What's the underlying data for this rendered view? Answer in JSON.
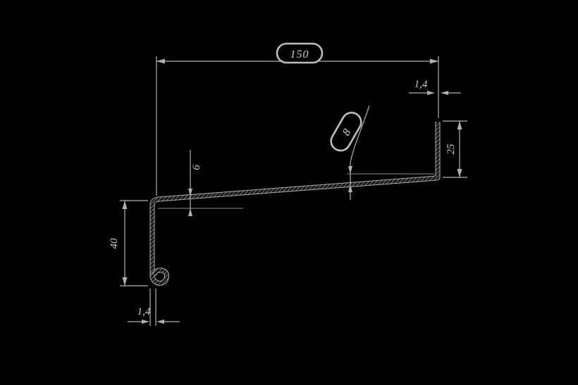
{
  "drawing": {
    "title": "sheet-metal-sill-profile-cross-section",
    "background_color": "#000000",
    "line_color": "#b0b0b0",
    "hatch_color": "#9a9a9a",
    "text_color": "#c9c9c9",
    "dimensions": {
      "overall_width": {
        "value": "150",
        "style": "oval-balloon",
        "orientation": "horizontal-top"
      },
      "thickness_top": {
        "value": "1,4",
        "style": "converging-arrows",
        "orientation": "horizontal"
      },
      "upstand_height": {
        "value": "25",
        "style": "linear",
        "orientation": "vertical-right"
      },
      "slope_height": {
        "value": "8",
        "style": "oval-balloon-tilted",
        "orientation": "leader"
      },
      "front_step": {
        "value": "6",
        "style": "linear-small",
        "orientation": "vertical"
      },
      "front_edge_height": {
        "value": "40",
        "style": "linear",
        "orientation": "vertical-left"
      },
      "thickness_bottom": {
        "value": "1,4",
        "style": "converging-arrows",
        "orientation": "horizontal"
      }
    }
  }
}
